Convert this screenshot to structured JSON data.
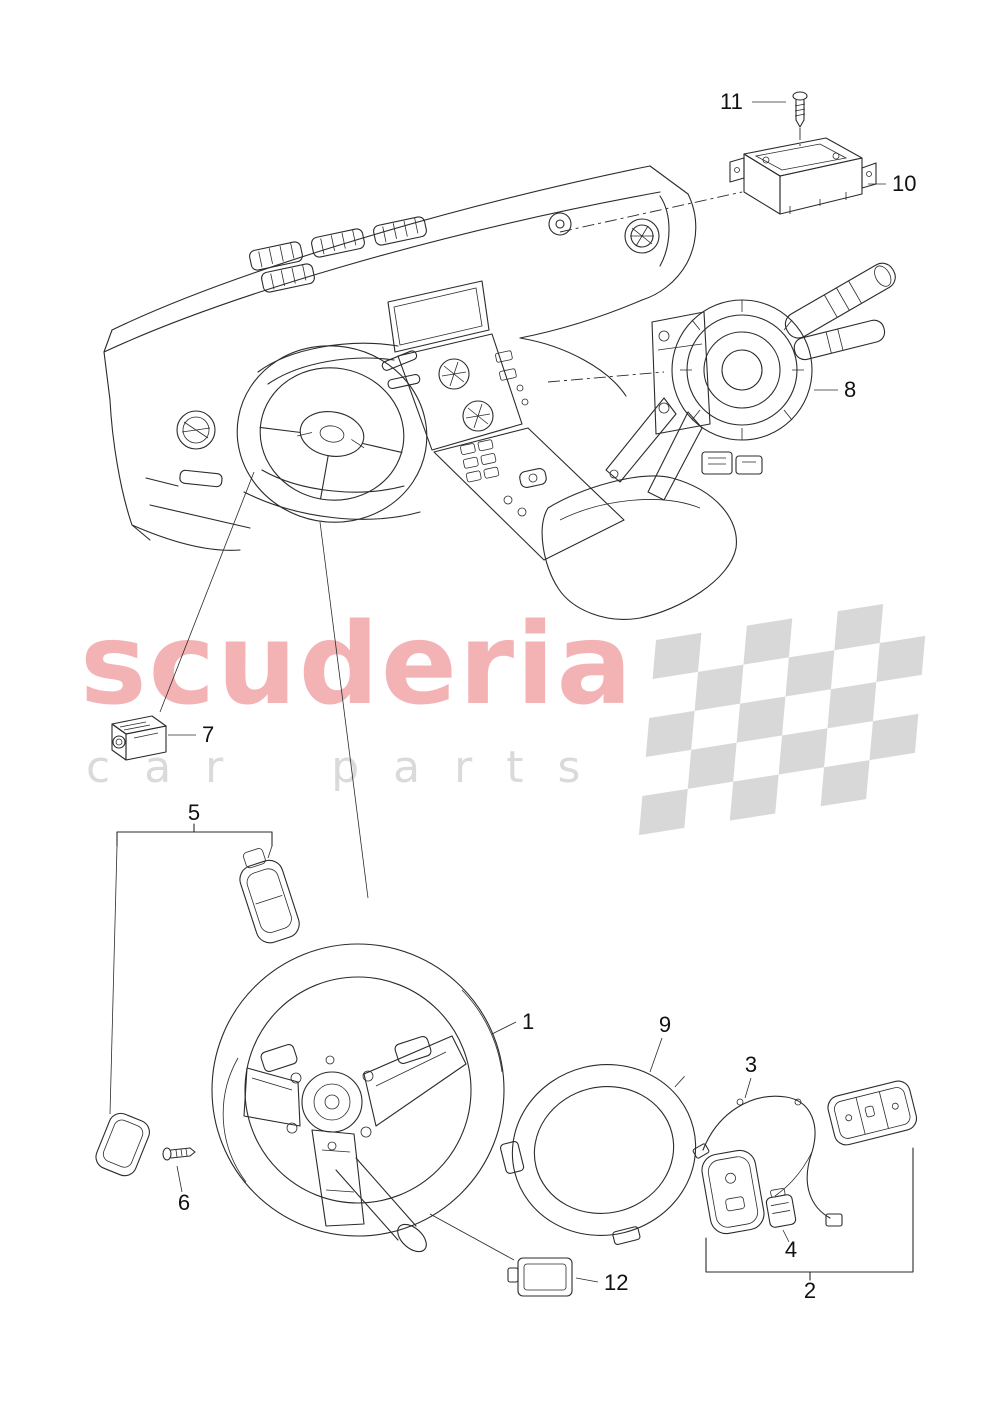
{
  "watermark": {
    "primary": "scuderia",
    "secondary": "car parts",
    "primary_color": "#f3b3b5",
    "secondary_color": "#dadada"
  },
  "callouts": {
    "steering_wheel": "1",
    "switch_unit_set": "2",
    "wiring_set": "3",
    "connector": "4",
    "shift_paddle_set": "5",
    "paddle_screw": "6",
    "adjustment_switch": "7",
    "steering_column_switch": "8",
    "steering_wheel_trim": "9",
    "control_unit": "10",
    "control_unit_screw": "11",
    "electronics_module": "12"
  },
  "colors": {
    "line_art": "#2b2b2b",
    "checker": "#d8d8d8"
  }
}
